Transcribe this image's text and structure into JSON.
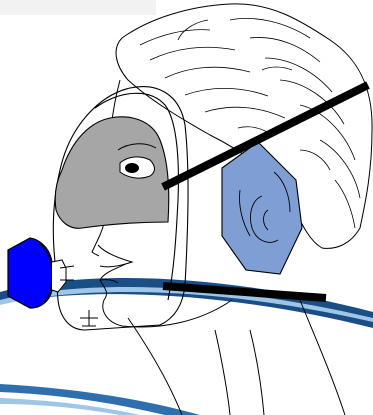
{
  "figure": {
    "subject": "head-with-full-face-respirator",
    "colors": {
      "background": "#ffffff",
      "header_strip": "#f2f2f2",
      "outline": "#000000",
      "visor": "#a6a6a6",
      "ear_cover": "#7f9fd4",
      "filter_canister": "#0000ff",
      "strap": "#000000",
      "swoosh_outer": "#1a4f86",
      "swoosh_light": "#9fc6e6",
      "swoosh_mid": "#2f6fae"
    },
    "parts": [
      "hair",
      "face-profile",
      "mask-frame",
      "visor",
      "eye",
      "ear-cover",
      "filter-canister",
      "upper-strap",
      "lower-strap",
      "neck",
      "background-swoosh"
    ]
  }
}
